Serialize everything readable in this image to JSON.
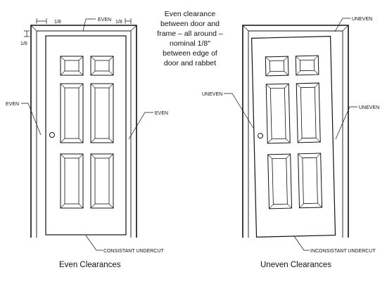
{
  "note": {
    "lines": [
      "Even clearance",
      "between door and",
      "frame – all around –",
      "nominal 1/8″",
      "between edge of",
      "door and rabbet"
    ]
  },
  "left_door": {
    "caption": "Even Clearances",
    "top_label": "EVEN",
    "left_label": "EVEN",
    "right_label": "EVEN",
    "bottom_label": "CONSISTANT UNDERCUT",
    "dim_left": "1/8",
    "dim_right": "1/8",
    "dim_vertical": "1/8"
  },
  "right_door": {
    "caption": "Uneven Clearances",
    "top_label": "UNEVEN",
    "left_label": "UNEVEN",
    "right_label": "UNEVEN",
    "bottom_label": "INCONSISTANT UNDERCUT"
  }
}
